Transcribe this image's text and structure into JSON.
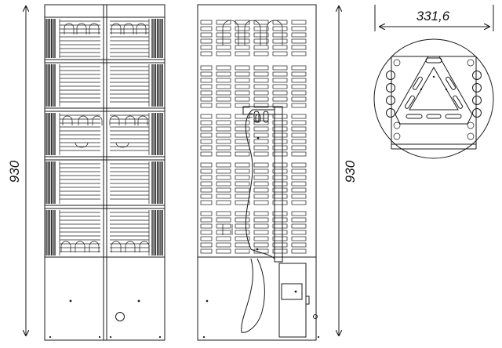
{
  "dimensions": {
    "front_height": "930",
    "side_height": "930",
    "top_width": "331,6"
  },
  "colors": {
    "line": "#1a1a1a",
    "background": "#ffffff"
  }
}
